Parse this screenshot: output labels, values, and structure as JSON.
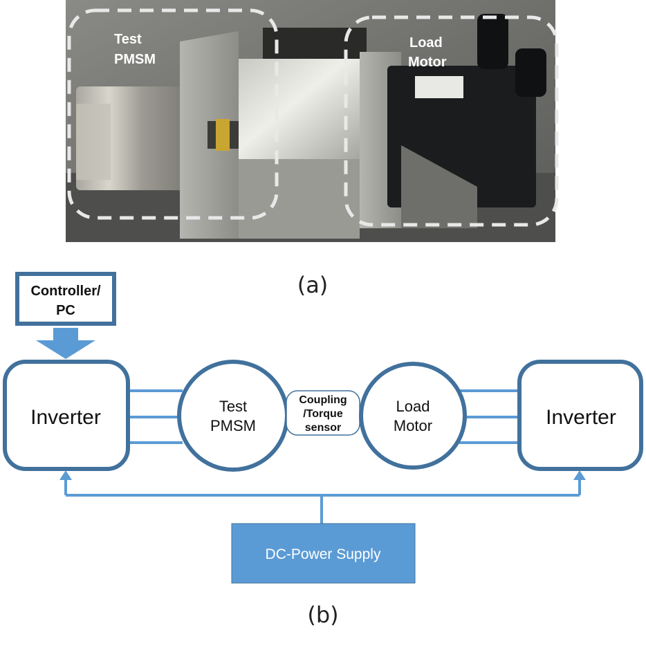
{
  "photo": {
    "test_label_line1": "Test",
    "test_label_line2": "PMSM",
    "load_label_line1": "Load",
    "load_label_line2": "Motor",
    "caption": "(a)"
  },
  "diagram": {
    "controller_line1": "Controller/",
    "controller_line2": "PC",
    "inverter_left": "Inverter",
    "inverter_right": "Inverter",
    "test_pmsm_line1": "Test",
    "test_pmsm_line2": "PMSM",
    "coupling_line1": "Coupling",
    "coupling_line2": "/Torque",
    "coupling_line3": "sensor",
    "load_motor_line1": "Load",
    "load_motor_line2": "Motor",
    "dc_supply": "DC-Power Supply",
    "caption": "(b)"
  },
  "colors": {
    "outline_blue": "#41719c",
    "line_blue": "#5b9bd5",
    "fill_blue": "#5b9bd5",
    "dark_text": "#1a1a1a"
  }
}
